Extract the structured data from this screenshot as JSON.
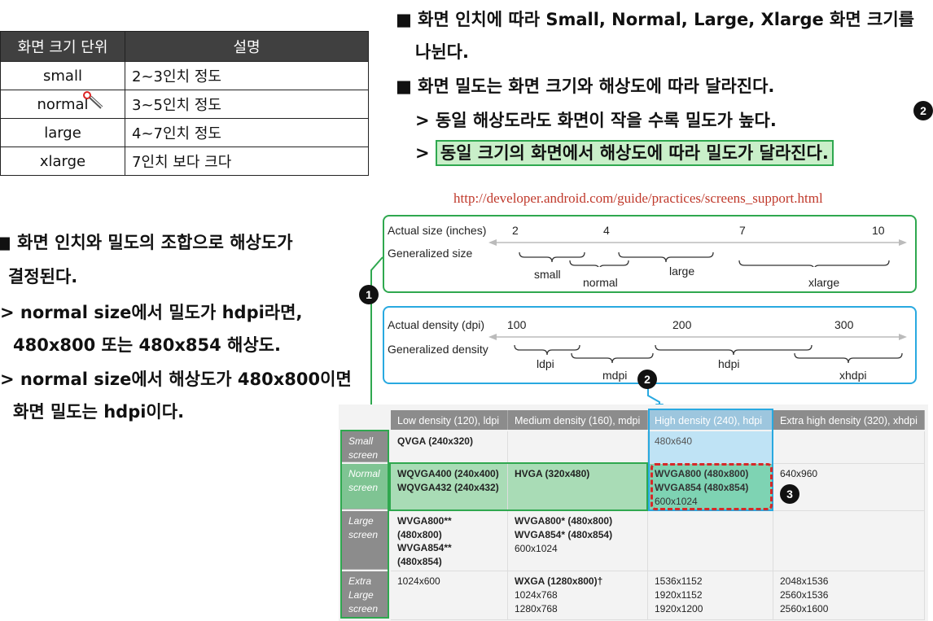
{
  "size_table": {
    "headers": [
      "화면 크기 단위",
      "설명"
    ],
    "rows": [
      {
        "unit": "small",
        "desc": "2~3인치 정도"
      },
      {
        "unit": "normal",
        "desc": "3~5인치 정도"
      },
      {
        "unit": "large",
        "desc": "4~7인치 정도"
      },
      {
        "unit": "xlarge",
        "desc": "7인치 보다 크다"
      }
    ]
  },
  "right_bullets": {
    "b1_line1": "■ 화면 인치에 따라 Small, Normal, Large, Xlarge 화면 크기를",
    "b1_line2": "나뉜다.",
    "b2": "■ 화면 밀도는 화면 크기와 해상도에 따라 달라진다.",
    "sub1": "> 동일 해상도라도 화면이 작을 수록 밀도가 높다.",
    "sub2_prefix": ">",
    "sub2_highlight": "동일 크기의 화면에서 해상도에 따라 밀도가 달라진다."
  },
  "url": "http://developer.android.com/guide/practices/screens_support.html",
  "left_bullets": {
    "b1_line1": "■ 화면 인치와 밀도의 조합으로 해상도가",
    "b1_line2": "결정된다.",
    "s1_line1": "> normal size에서 밀도가 hdpi라면,",
    "s1_line2": "480x800 또는 480x854 해상도.",
    "s2_line1": "> normal size에서 해상도가 480x800이면",
    "s2_line2": "화면 밀도는 hdpi이다."
  },
  "size_diagram": {
    "actual_label": "Actual size (inches)",
    "generalized_label": "Generalized size",
    "ticks": [
      "2",
      "4",
      "7",
      "10"
    ],
    "groups": [
      "small",
      "normal",
      "large",
      "xlarge"
    ]
  },
  "density_diagram": {
    "actual_label": "Actual density (dpi)",
    "generalized_label": "Generalized density",
    "ticks": [
      "100",
      "200",
      "300"
    ],
    "groups": [
      "ldpi",
      "mdpi",
      "hdpi",
      "xhdpi"
    ]
  },
  "markers": {
    "m1": "1",
    "m2a": "2",
    "m2b": "2",
    "m3": "3"
  },
  "grid": {
    "col_headers": [
      "Low density (120), ldpi",
      "Medium density (160), mdpi",
      "High density (240), hdpi",
      "Extra high density (320), xhdpi"
    ],
    "row_headers": [
      {
        "l1": "Small",
        "l2": "screen"
      },
      {
        "l1": "Normal",
        "l2": "screen"
      },
      {
        "l1": "Large",
        "l2": "screen"
      },
      {
        "l1": "Extra",
        "l2": "Large",
        "l3": "screen"
      }
    ],
    "cells": {
      "small_low": "QVGA (240x320)",
      "small_high": "480x640",
      "normal_low_1": "WQVGA400 (240x400)",
      "normal_low_2": "WQVGA432 (240x432)",
      "normal_med": "HVGA (320x480)",
      "normal_high_1": "WVGA800 (480x800)",
      "normal_high_2": "WVGA854 (480x854)",
      "normal_high_3": "600x1024",
      "normal_xhigh": "640x960",
      "large_low_1": "WVGA800**",
      "large_low_2": "(480x800)",
      "large_low_3": "WVGA854**",
      "large_low_4": "(480x854)",
      "large_med_1": "WVGA800* (480x800)",
      "large_med_2": "WVGA854* (480x854)",
      "large_med_3": "600x1024",
      "xl_low": "1024x600",
      "xl_med_1": "WXGA (1280x800)†",
      "xl_med_2": "1024x768",
      "xl_med_3": "1280x768",
      "xl_high_1": "1536x1152",
      "xl_high_2": "1920x1152",
      "xl_high_3": "1920x1200",
      "xl_xhigh_1": "2048x1536",
      "xl_xhigh_2": "2560x1536",
      "xl_xhigh_3": "2560x1600"
    }
  },
  "colors": {
    "green": "#2fa84f",
    "blue": "#29a9e0",
    "red": "#d62828"
  }
}
